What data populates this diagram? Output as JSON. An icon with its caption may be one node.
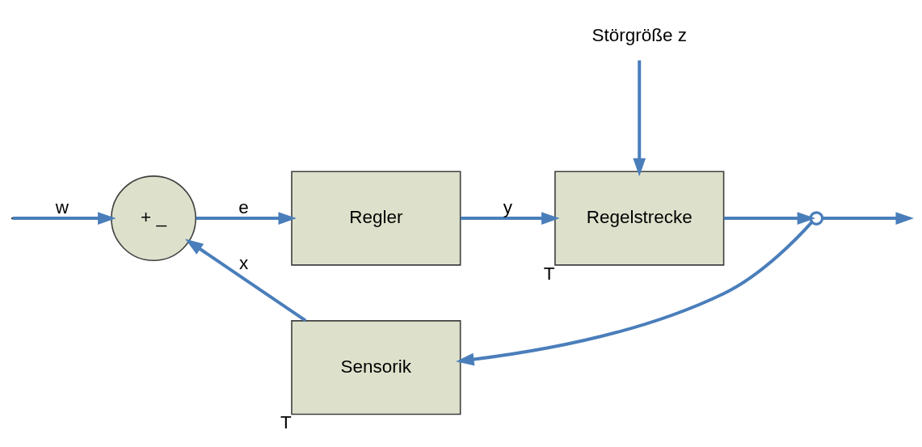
{
  "diagram": {
    "nodes": [
      {
        "text": [
          "+ _"
        ]
      },
      {
        "text": [
          "Regler"
        ]
      },
      {
        "text": [
          "Regelstrecke"
        ],
        "beside": [
          "T"
        ]
      },
      {
        "text": [
          "Sensorik"
        ],
        "beside": [
          "T"
        ]
      },
      {
        "text": [],
        "shape": "circle"
      },
      {
        "text": [
          "Störgröße z"
        ]
      }
    ],
    "edges": [
      {
        "from": null,
        "to": 0,
        "arrow": "to",
        "label": "w"
      },
      {
        "from": 0,
        "to": 1,
        "arrow": "to",
        "label": "e"
      },
      {
        "from": 1,
        "to": 2,
        "arrow": "to",
        "label": "y"
      },
      {
        "from": 5,
        "to": 2,
        "arrow": "to"
      },
      {
        "from": 2,
        "to": 4,
        "arrow": "to"
      },
      {
        "from": 4,
        "to": null,
        "arrow": "to"
      },
      {
        "from": 4,
        "to": 3,
        "arrow": "to"
      },
      {
        "from": 3,
        "to": 0,
        "arrow": "to",
        "label": "x"
      }
    ]
  }
}
